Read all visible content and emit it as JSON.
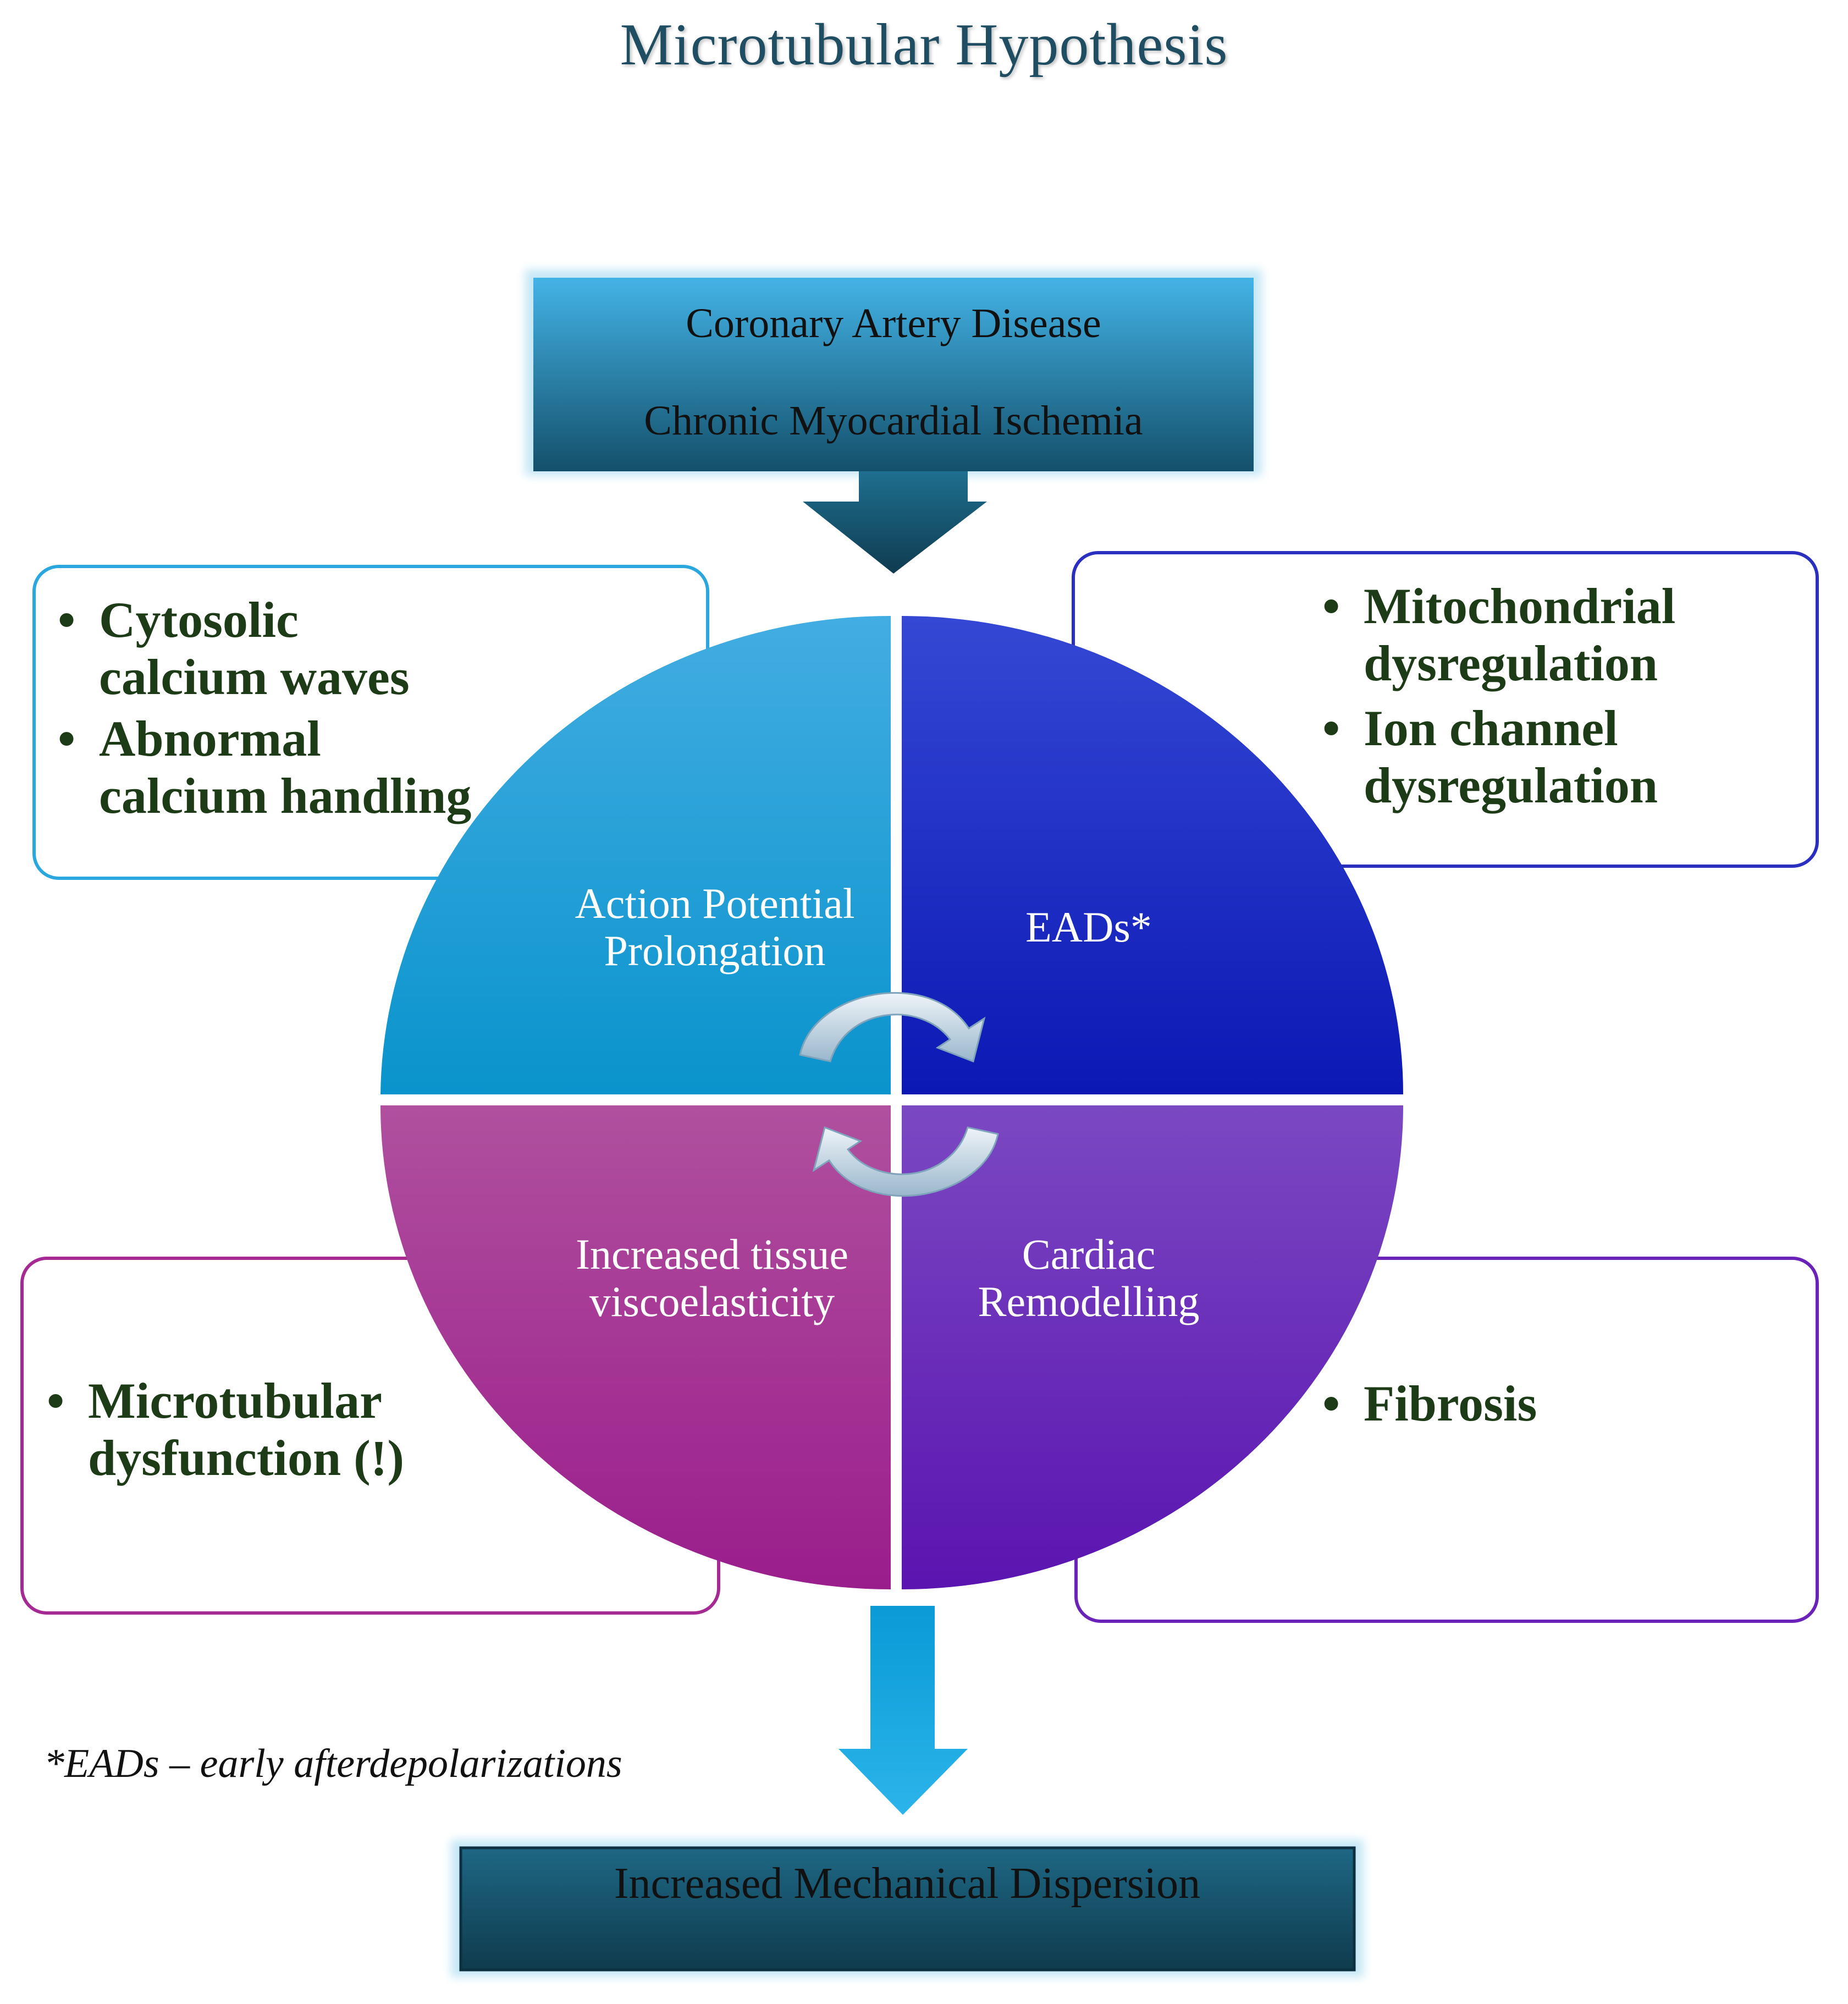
{
  "title": "Microtubular Hypothesis",
  "top_box": {
    "line1": "Coronary Artery Disease",
    "line2": "Chronic Myocardial Ischemia"
  },
  "quadrants": {
    "top_left": {
      "line1": "Action Potential",
      "line2": "Prolongation"
    },
    "top_right": {
      "line1": "EADs*"
    },
    "bottom_left": {
      "line1": "Increased tissue",
      "line2": "viscoelasticity"
    },
    "bottom_right": {
      "line1": "Cardiac",
      "line2": "Remodelling"
    }
  },
  "side_boxes": {
    "top_left": [
      "Cytosolic calcium waves",
      "Abnormal calcium handling"
    ],
    "top_right": [
      "Mitochondrial dysregulation",
      "Ion channel dysregulation"
    ],
    "bottom_left": [
      "Microtubular dysfunction (!)"
    ],
    "bottom_right": [
      "Fibrosis"
    ]
  },
  "footnote": "*EADs – early afterdepolarizations",
  "bottom_box": "Increased Mechanical Dispersion",
  "colors": {
    "dark_teal": "#1a5f7a",
    "sky_blue": "#29a7de",
    "royal_blue": "#1e32c8",
    "magenta": "#a52a93",
    "violet": "#6a22b8",
    "list_text": "#1d3b16"
  }
}
